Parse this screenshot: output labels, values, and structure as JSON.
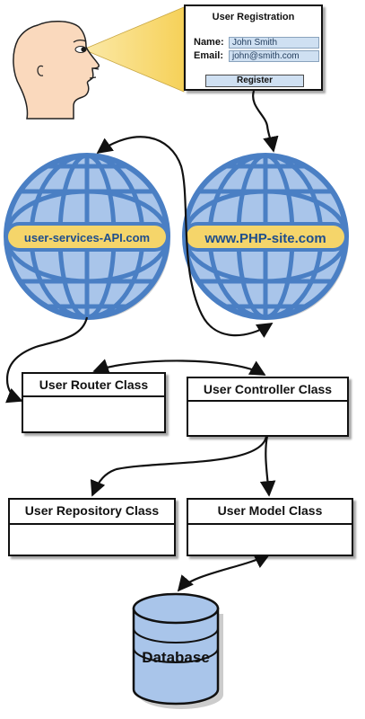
{
  "form": {
    "title": "User Registration",
    "name_label": "Name:",
    "name_value": "John Smith",
    "email_label": "Email:",
    "email_value": "john@smith.com",
    "register_label": "Register"
  },
  "globes": {
    "api": "user-services-API.com",
    "site": "www.PHP-site.com"
  },
  "classes": {
    "router": "User Router Class",
    "controller": "User Controller Class",
    "repository": "User Repository Class",
    "model": "User Model Class"
  },
  "database": {
    "label": "Database"
  },
  "colors": {
    "globe_fill": "#a9c5ea",
    "globe_stroke": "#4a7fc4",
    "banner_fill": "#f5d56a",
    "skin": "#fad9bd",
    "view_cone": "#f9e08a"
  }
}
